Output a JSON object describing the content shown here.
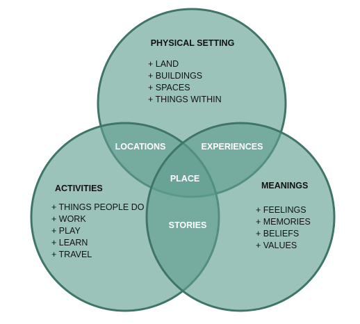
{
  "colors": {
    "circle_fill": "#5f9e8f",
    "circle_stroke": "#3f7568",
    "text_dark": "#111111",
    "text_light": "#ffffff"
  },
  "circles": {
    "physical": {
      "title": "PHYSICAL SETTING",
      "items": [
        "+ LAND",
        "+ BUILDINGS",
        "+ SPACES",
        "+ THINGS WITHIN"
      ]
    },
    "activities": {
      "title": "ACTIVITIES",
      "items": [
        "+ THINGS PEOPLE DO",
        "+ WORK",
        "+ PLAY",
        "+ LEARN",
        "+ TRAVEL"
      ]
    },
    "meanings": {
      "title": "MEANINGS",
      "items": [
        "+ FEELINGS",
        "+ MEMORIES",
        "+ BELIEFS",
        "+ VALUES"
      ]
    }
  },
  "overlaps": {
    "locations": "LOCATIONS",
    "experiences": "EXPERIENCES",
    "stories": "STORIES",
    "center": "PLACE"
  }
}
